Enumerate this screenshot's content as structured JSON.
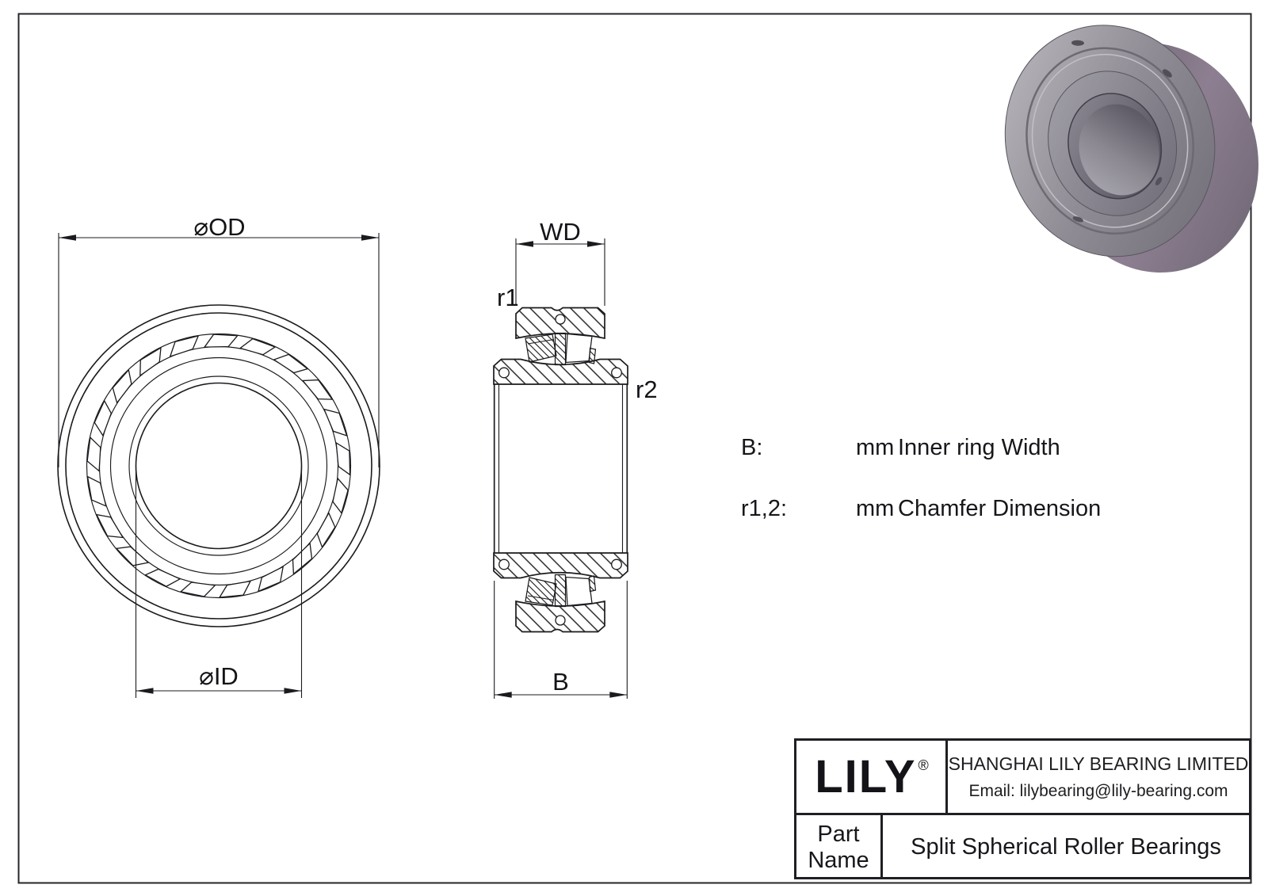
{
  "front_view": {
    "od_label": "⌀OD",
    "id_label": "⌀ID"
  },
  "section_view": {
    "wd_label": "WD",
    "r1_label": "r1",
    "r2_label": "r2",
    "b_label": "B"
  },
  "specs": [
    {
      "symbol": "B:",
      "unit": "mm",
      "description": "Inner ring Width"
    },
    {
      "symbol": "r1,2:",
      "unit": "mm",
      "description": "Chamfer Dimension"
    }
  ],
  "title_block": {
    "logo": "LILY",
    "registered": "®",
    "company": "SHANGHAI LILY BEARING LIMITED",
    "email": "Email: lilybearing@lily-bearing.com",
    "part_label_line1": "Part",
    "part_label_line2": "Name",
    "part_name": "Split Spherical Roller Bearings"
  },
  "colors": {
    "line": "#1b1b1f",
    "metal_light": "#b9b7bd",
    "metal_mid": "#8b8790",
    "metal_dark": "#5f5b64",
    "metal_purple": "#8d7f91"
  }
}
